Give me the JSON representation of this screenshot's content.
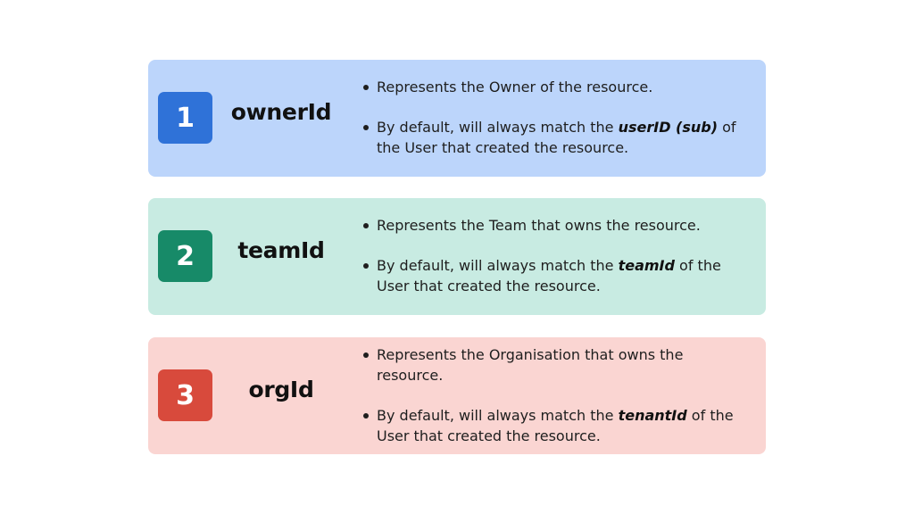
{
  "cards": [
    {
      "number": "1",
      "field": "ownerId",
      "point1": "Represents the Owner of the resource.",
      "point2_pre": "By default, will always match the ",
      "point2_em": "userID (sub)",
      "point2_post": " of the User that created the resource.",
      "color": "#bcd5fb",
      "badge_color": "#2f72d8"
    },
    {
      "number": "2",
      "field": "teamId",
      "point1": "Represents the Team that owns the resource.",
      "point2_pre": "By default, will always match the ",
      "point2_em": "teamId",
      "point2_post": " of the User that created the resource.",
      "color": "#c8ebe2",
      "badge_color": "#178a68"
    },
    {
      "number": "3",
      "field": "orgId",
      "point1": "Represents the Organisation that owns the resource.",
      "point2_pre": "By default, will always match the ",
      "point2_em": "tenantId",
      "point2_post": " of the User that created the resource.",
      "color": "#fad5d2",
      "badge_color": "#d84a3c"
    }
  ]
}
